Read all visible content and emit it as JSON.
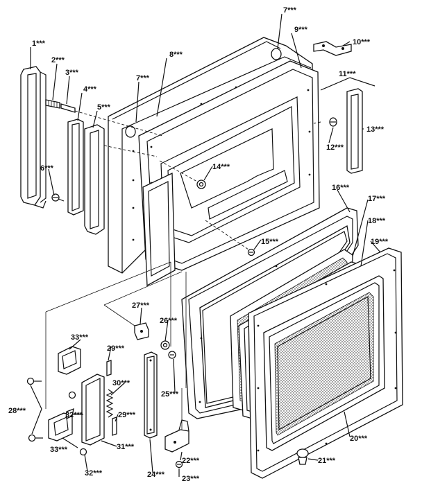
{
  "diagram": {
    "callouts": [
      {
        "id": "c1",
        "text": "1***"
      },
      {
        "id": "c2",
        "text": "2***"
      },
      {
        "id": "c3",
        "text": "3***"
      },
      {
        "id": "c4",
        "text": "4***"
      },
      {
        "id": "c5",
        "text": "5***"
      },
      {
        "id": "c6",
        "text": "6***"
      },
      {
        "id": "c7a",
        "text": "7***"
      },
      {
        "id": "c7b",
        "text": "7***"
      },
      {
        "id": "c8",
        "text": "8***"
      },
      {
        "id": "c9",
        "text": "9***"
      },
      {
        "id": "c10",
        "text": "10***"
      },
      {
        "id": "c11",
        "text": "11***"
      },
      {
        "id": "c12",
        "text": "12***"
      },
      {
        "id": "c13",
        "text": "13***"
      },
      {
        "id": "c14",
        "text": "14***"
      },
      {
        "id": "c15",
        "text": "15***"
      },
      {
        "id": "c16",
        "text": "16***"
      },
      {
        "id": "c17",
        "text": "17***"
      },
      {
        "id": "c18",
        "text": "18***"
      },
      {
        "id": "c19",
        "text": "19***"
      },
      {
        "id": "c20",
        "text": "20***"
      },
      {
        "id": "c21",
        "text": "21***"
      },
      {
        "id": "c22",
        "text": "22***"
      },
      {
        "id": "c23",
        "text": "23***"
      },
      {
        "id": "c24",
        "text": "24***"
      },
      {
        "id": "c25",
        "text": "25***"
      },
      {
        "id": "c26",
        "text": "26***"
      },
      {
        "id": "c27",
        "text": "27***"
      },
      {
        "id": "c28",
        "text": "28***"
      },
      {
        "id": "c29a",
        "text": "29***"
      },
      {
        "id": "c29b",
        "text": "29***"
      },
      {
        "id": "c30",
        "text": "30***"
      },
      {
        "id": "c31",
        "text": "31***"
      },
      {
        "id": "c32a",
        "text": "32***"
      },
      {
        "id": "c32b",
        "text": "32***"
      },
      {
        "id": "c33a",
        "text": "33***"
      },
      {
        "id": "c33b",
        "text": "33***"
      }
    ]
  }
}
